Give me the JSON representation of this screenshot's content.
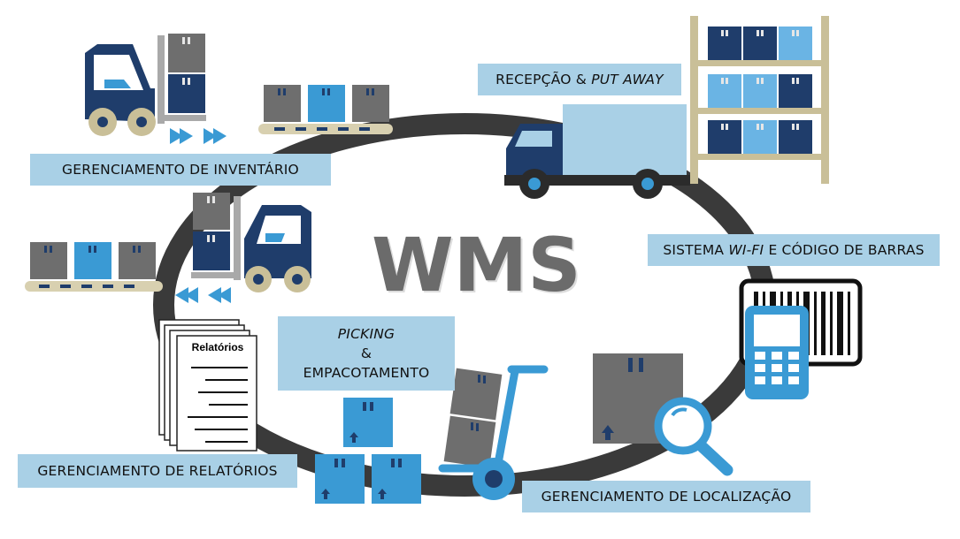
{
  "center_title": "WMS",
  "labels": {
    "recepcao_a": "RECEPÇÃO & ",
    "recepcao_b": "PUT AWAY",
    "inventario": "GERENCIAMENTO DE INVENTÁRIO",
    "wifi_a": "SISTEMA ",
    "wifi_b": "WI-FI",
    "wifi_c": " E CÓDIGO DE BARRAS",
    "picking_1": "PICKING",
    "picking_2": "&",
    "picking_3": "EMPACOTAMENTO",
    "relatorios": "GERENCIAMENTO DE RELATÓRIOS",
    "localizacao": "GERENCIAMENTO DE LOCALIZAÇÃO"
  },
  "report_doc_title": "Relatórios",
  "colors": {
    "navy": "#1f3d6b",
    "blue": "#3a9ad4",
    "light_blue": "#a9d0e6",
    "gray": "#6e6e6e",
    "tan": "#c9bf98",
    "ring": "#3a3a3a"
  }
}
